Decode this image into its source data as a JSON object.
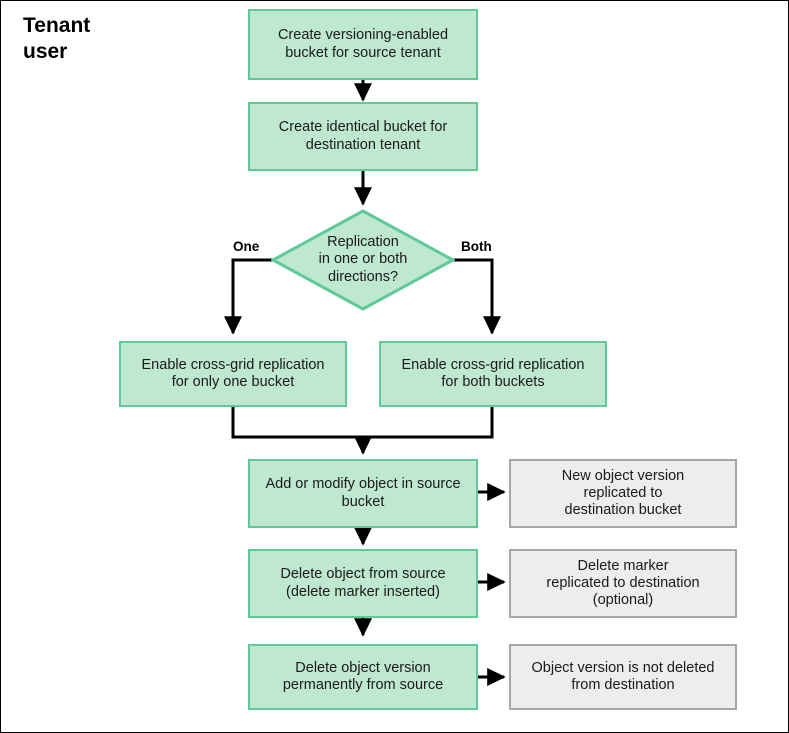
{
  "title": "Tenant\nuser",
  "colors": {
    "green_fill": "#bfe8d1",
    "green_border": "#5fc998",
    "gray_fill": "#ededed",
    "gray_border": "#a6a6a6",
    "connector": "#000000",
    "page_border": "#000000",
    "text": "#1a1a1a"
  },
  "nodes": {
    "create_source_bucket": "Create versioning-enabled\nbucket for source tenant",
    "create_destination_bucket": "Create identical bucket for\ndestination tenant",
    "decision": "Replication\nin one or both\ndirections?",
    "enable_one": "Enable cross-grid replication\nfor only one bucket",
    "enable_both": "Enable cross-grid replication\nfor both buckets",
    "add_modify": "Add or modify object in source\nbucket",
    "delete_object": "Delete object from source\n(delete marker inserted)",
    "delete_version": "Delete object version\npermanently from source",
    "result_new_version": "New object version\nreplicated to\ndestination bucket",
    "result_delete_marker": "Delete marker\nreplicated to destination\n(optional)",
    "result_not_deleted": "Object version is not deleted\nfrom destination"
  },
  "branch_labels": {
    "one": "One",
    "both": "Both"
  }
}
